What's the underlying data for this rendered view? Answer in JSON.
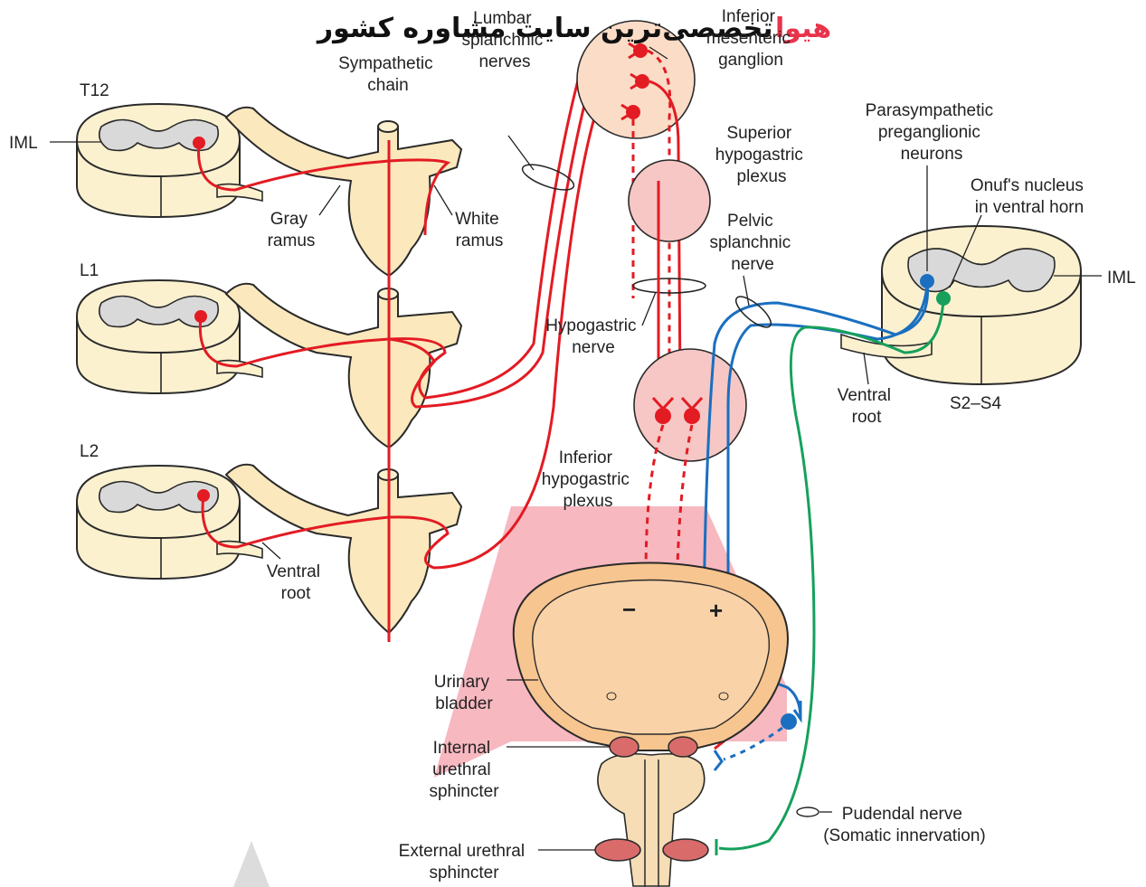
{
  "watermark": {
    "part1": "هیوا",
    "part2": "تخصصی‌ترین سایت مشاوره کشور",
    "color1": "#e8334a",
    "color2": "#111111"
  },
  "labels": {
    "t12": "T12",
    "l1": "L1",
    "l2": "L2",
    "iml_left": "IML",
    "iml_right": "IML",
    "sympathetic_chain": [
      "Sympathetic",
      "chain"
    ],
    "lumbar_splanchnic": [
      "Lumbar",
      "splanchnic",
      "nerves"
    ],
    "inferior_mesenteric": [
      "Inferior",
      "mesenteric",
      "ganglion"
    ],
    "superior_hypogastric": [
      "Superior",
      "hypogastric",
      "plexus"
    ],
    "gray_ramus": [
      "Gray",
      "ramus"
    ],
    "white_ramus": [
      "White",
      "ramus"
    ],
    "parasympathetic": [
      "Parasympathetic",
      "preganglionic",
      "neurons"
    ],
    "onuf": [
      "Onuf's nucleus",
      "in ventral horn"
    ],
    "pelvic_splanchnic": [
      "Pelvic",
      "splanchnic",
      "nerve"
    ],
    "hypogastric_nerve": [
      "Hypogastric",
      "nerve"
    ],
    "ventral_root_sacral": [
      "Ventral",
      "root"
    ],
    "s2_s4": "S2–S4",
    "inferior_hypogastric": [
      "Inferior",
      "hypogastric",
      "plexus"
    ],
    "ventral_root_l2": [
      "Ventral",
      "root"
    ],
    "minus": "−",
    "plus": "+",
    "urinary_bladder": [
      "Urinary",
      "bladder"
    ],
    "internal_sphincter": [
      "Internal",
      "urethral",
      "sphincter"
    ],
    "pudendal": [
      "Pudendal nerve",
      "(Somatic innervation)"
    ],
    "external_sphincter": [
      "External urethral",
      "sphincter"
    ]
  },
  "colors": {
    "sympathetic": "#e31b23",
    "parasympathetic": "#1a6fc0",
    "somatic": "#16a05c",
    "ganglion_fill": "#f6c7b3",
    "bladder_fill": "#f7c58f"
  }
}
